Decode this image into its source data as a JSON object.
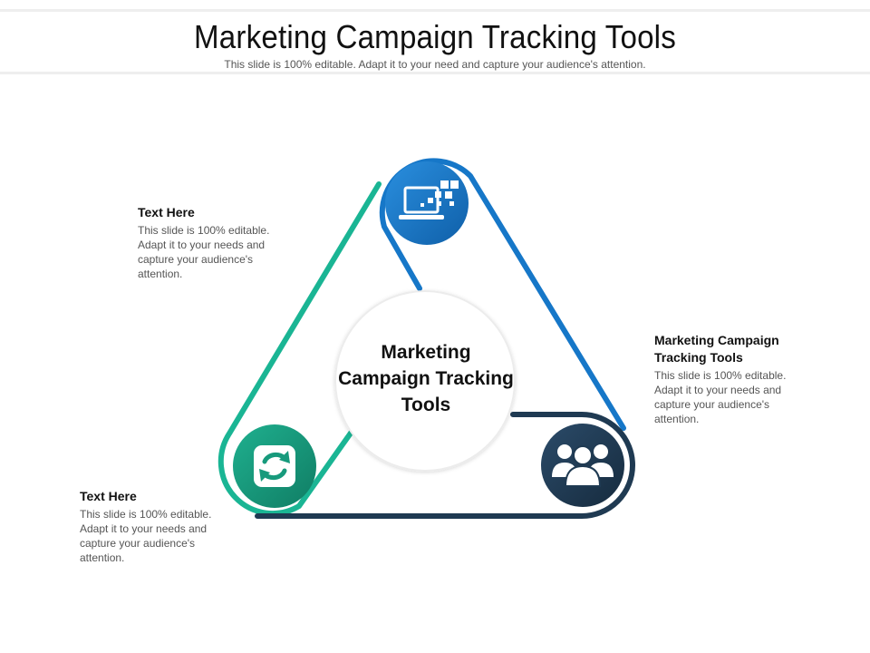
{
  "header": {
    "title": "Marketing Campaign Tracking Tools",
    "subtitle": "This slide is 100% editable. Adapt it to your need and capture your audience's attention."
  },
  "diagram": {
    "center_label": "Marketing Campaign Tracking Tools",
    "nodes": [
      {
        "id": "top",
        "icon": "laptop-pixels-icon",
        "color": "#1677c8"
      },
      {
        "id": "bottom-right",
        "icon": "user-group-icon",
        "color": "#1f3a52"
      },
      {
        "id": "bottom-left",
        "icon": "refresh-arrows-icon",
        "color": "#179a7c"
      }
    ],
    "colors": {
      "blue": "#1677c8",
      "navy": "#1f3a52",
      "teal": "#179a7c",
      "teal_line": "#1ab594"
    }
  },
  "callouts": [
    {
      "title": "Text Here",
      "body": "This slide is 100% editable. Adapt it to your needs and capture your audience's attention."
    },
    {
      "title": "Marketing Campaign Tracking Tools",
      "body": "This slide is 100% editable. Adapt it to your needs and capture your audience's attention."
    },
    {
      "title": "Text Here",
      "body": "This slide is 100% editable. Adapt it to your needs and capture your audience's attention."
    }
  ]
}
